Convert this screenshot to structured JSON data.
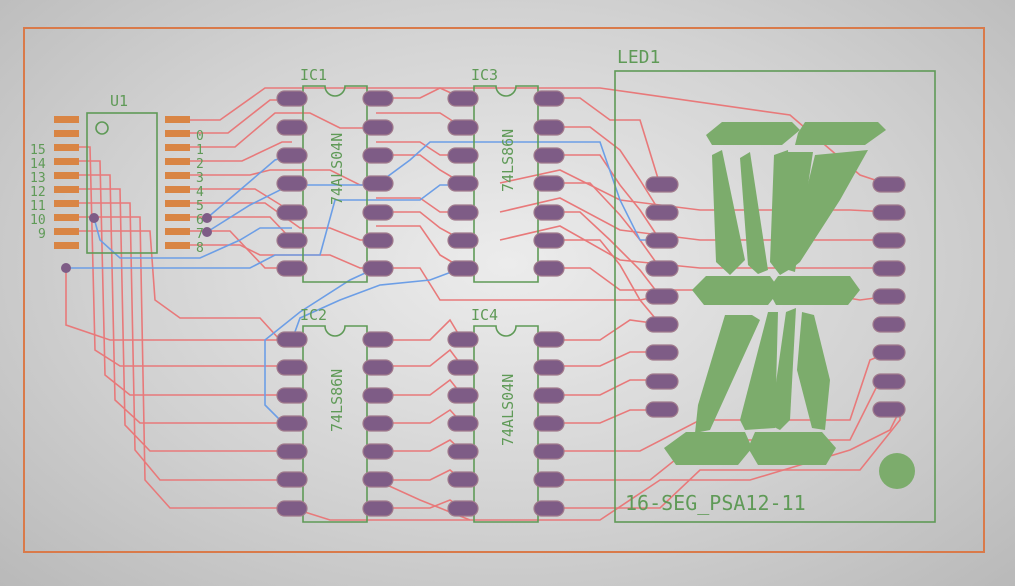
{
  "board": {
    "outline_color": "#d97a4a",
    "silk_color": "#5f9a57",
    "trace_top_color": "#e8797a",
    "trace_bottom_color": "#6c9ee6",
    "pad_color": "#7e5c86",
    "smd_pad_color": "#d98544",
    "segment_color": "#7cac6c"
  },
  "components": {
    "u1": {
      "name": "U1",
      "left_pins": [
        "15",
        "14",
        "13",
        "12",
        "11",
        "10",
        "9"
      ],
      "right_pins": [
        "0",
        "1",
        "2",
        "3",
        "4",
        "5",
        "6",
        "7",
        "8"
      ]
    },
    "ic1": {
      "name": "IC1",
      "value": "74ALS04N"
    },
    "ic2": {
      "name": "IC2",
      "value": "74LS86N"
    },
    "ic3": {
      "name": "IC3",
      "value": "74LS86N"
    },
    "ic4": {
      "name": "IC4",
      "value": "74ALS04N"
    },
    "led1": {
      "name": "LED1",
      "value": "16-SEG_PSA12-11"
    }
  }
}
